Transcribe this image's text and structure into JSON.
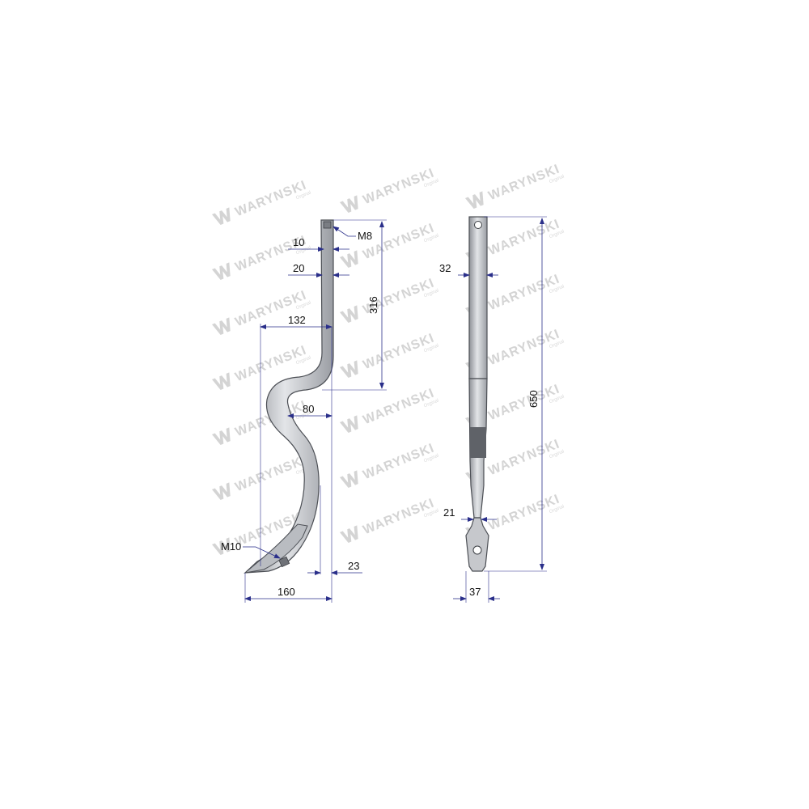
{
  "watermark": {
    "brand": "WARYNSKI",
    "sub": "Orginal"
  },
  "left_view": {
    "labels": {
      "m8": "M8",
      "d10": "10",
      "d20": "20",
      "d132": "132",
      "d316": "316",
      "d80": "80",
      "m10": "M10",
      "d23": "23",
      "d160": "160"
    }
  },
  "right_view": {
    "labels": {
      "d32": "32",
      "d650": "650",
      "d21": "21",
      "d37": "37"
    }
  },
  "colors": {
    "steel_light": "#d4d6da",
    "steel_mid": "#a9acb2",
    "steel_dark": "#6b6e74",
    "dimension_line": "#2a2f8a",
    "watermark": "#d4d4d4"
  }
}
